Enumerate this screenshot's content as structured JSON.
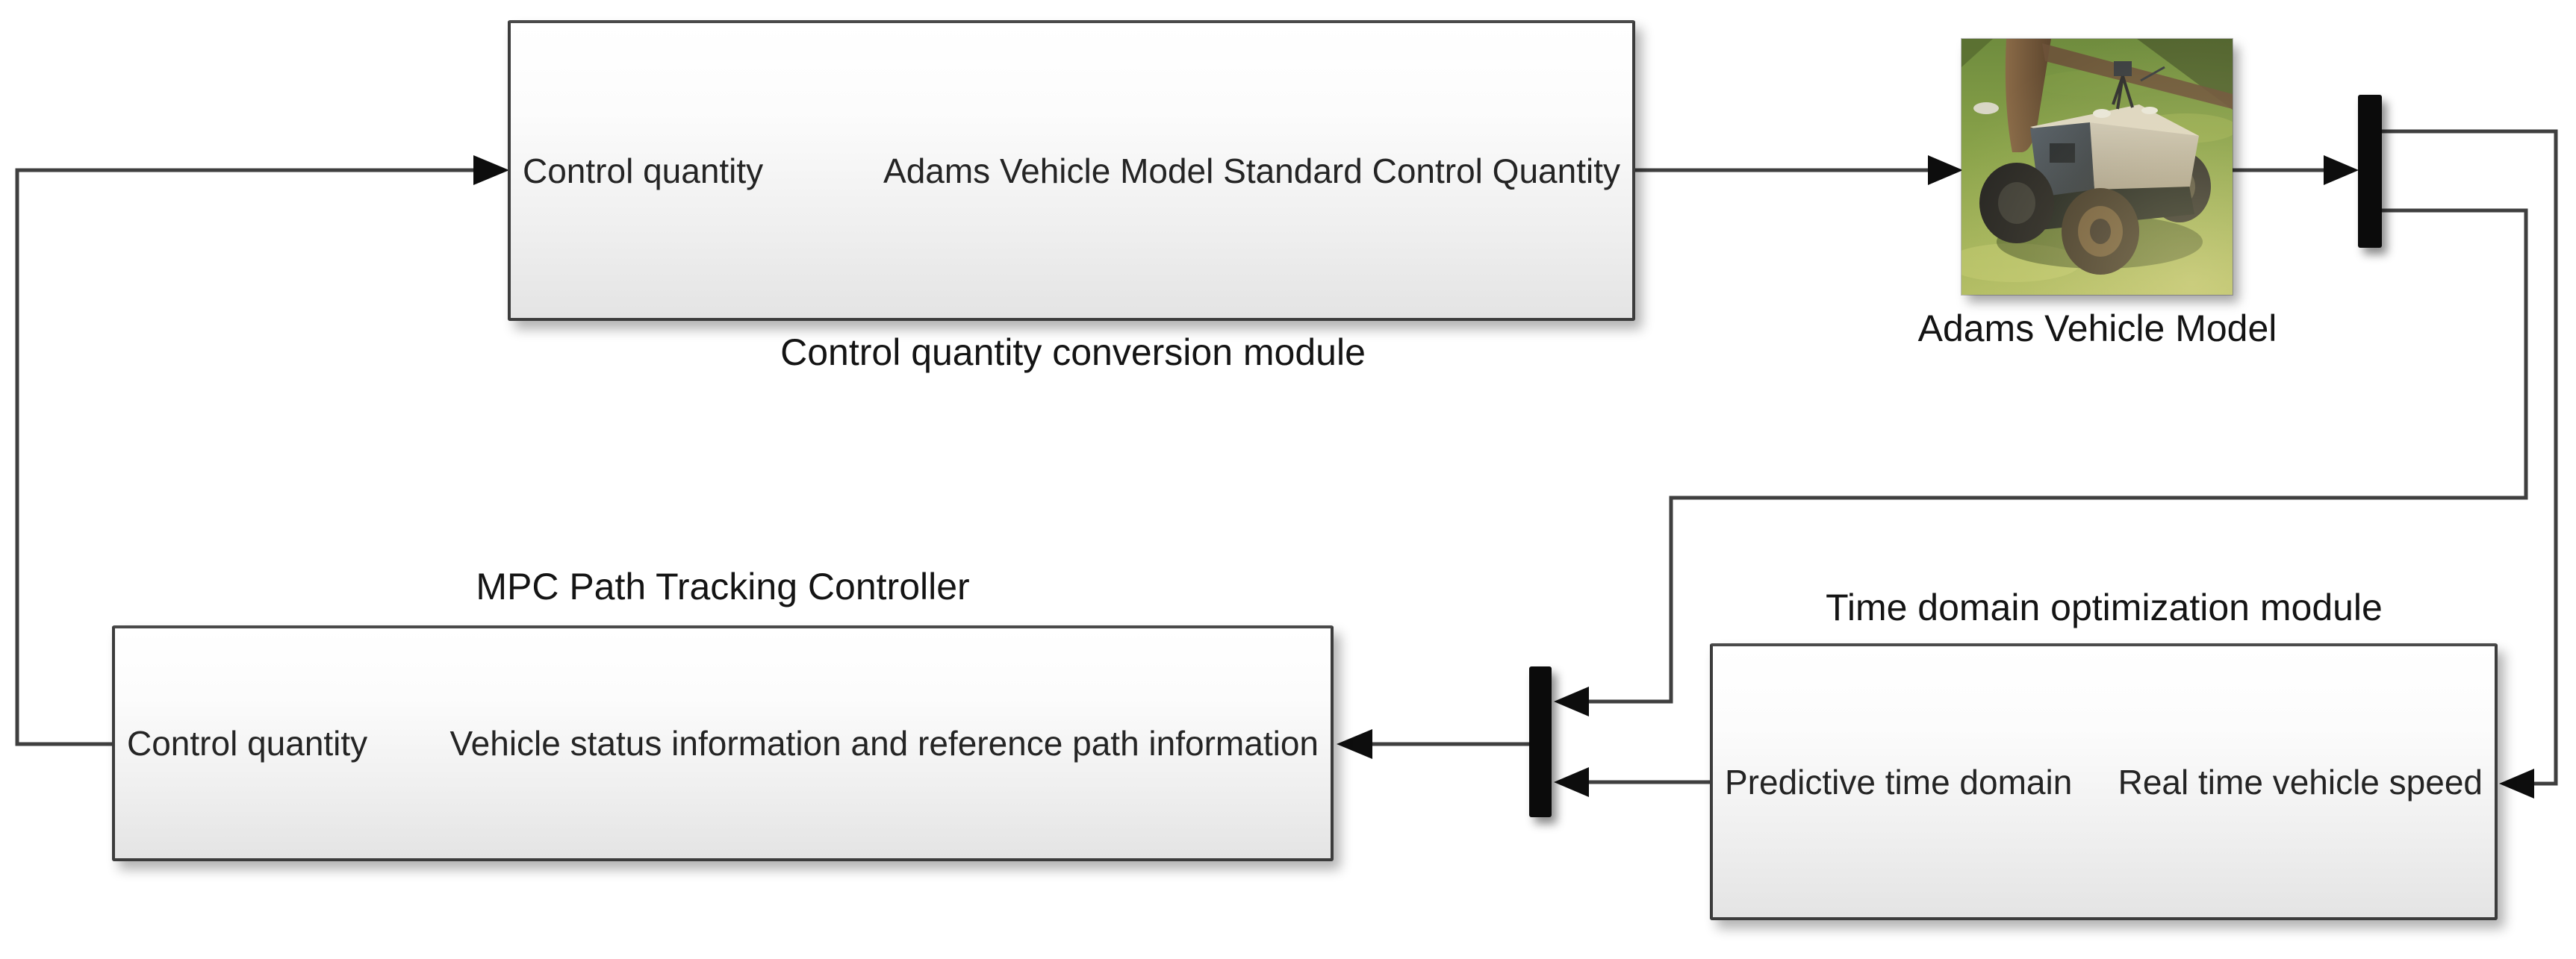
{
  "app": {
    "type": "simulink-block-diagram",
    "background": "#ffffff"
  },
  "palette": {
    "wire": "#3f3f3f",
    "arrowhead": "#0d0d0d",
    "block_border": "#3c3c3c",
    "block_fill_top": "#ffffff",
    "block_fill_bottom": "#e4e4e4",
    "mux_bar": "#0b0b0b",
    "text": "#141414"
  },
  "blocks": {
    "conversion": {
      "caption": "Control quantity conversion module",
      "port_in": "Control quantity",
      "port_out": "Adams Vehicle Model Standard Control Quantity"
    },
    "mpc": {
      "caption": "MPC Path Tracking Controller",
      "port_out": "Control quantity",
      "port_in": "Vehicle status information and reference path information"
    },
    "time_opt": {
      "caption": "Time domain optimization module",
      "port_out": "Predictive time domain",
      "port_in": "Real time vehicle speed"
    },
    "adams": {
      "caption": "Adams Vehicle Model"
    }
  },
  "icons": {
    "mux": "mux-bar-icon",
    "demux": "demux-bar-icon",
    "arrowhead": "signal-arrowhead-icon",
    "photo": "adams-vehicle-photo"
  },
  "connections": [
    {
      "from": "MPC Path Tracking Controller : Control quantity",
      "to": "Control quantity conversion module : Control quantity"
    },
    {
      "from": "Control quantity conversion module : Adams Vehicle Model Standard Control Quantity",
      "to": "Adams Vehicle Model"
    },
    {
      "from": "Adams Vehicle Model",
      "to": "demux"
    },
    {
      "from": "demux : upper output",
      "to": "Time domain optimization module : Real time vehicle speed"
    },
    {
      "from": "demux : lower output",
      "to": "mux : upper input"
    },
    {
      "from": "Time domain optimization module : Predictive time domain",
      "to": "mux : lower input"
    },
    {
      "from": "mux",
      "to": "MPC Path Tracking Controller : Vehicle status information and reference path information"
    }
  ]
}
